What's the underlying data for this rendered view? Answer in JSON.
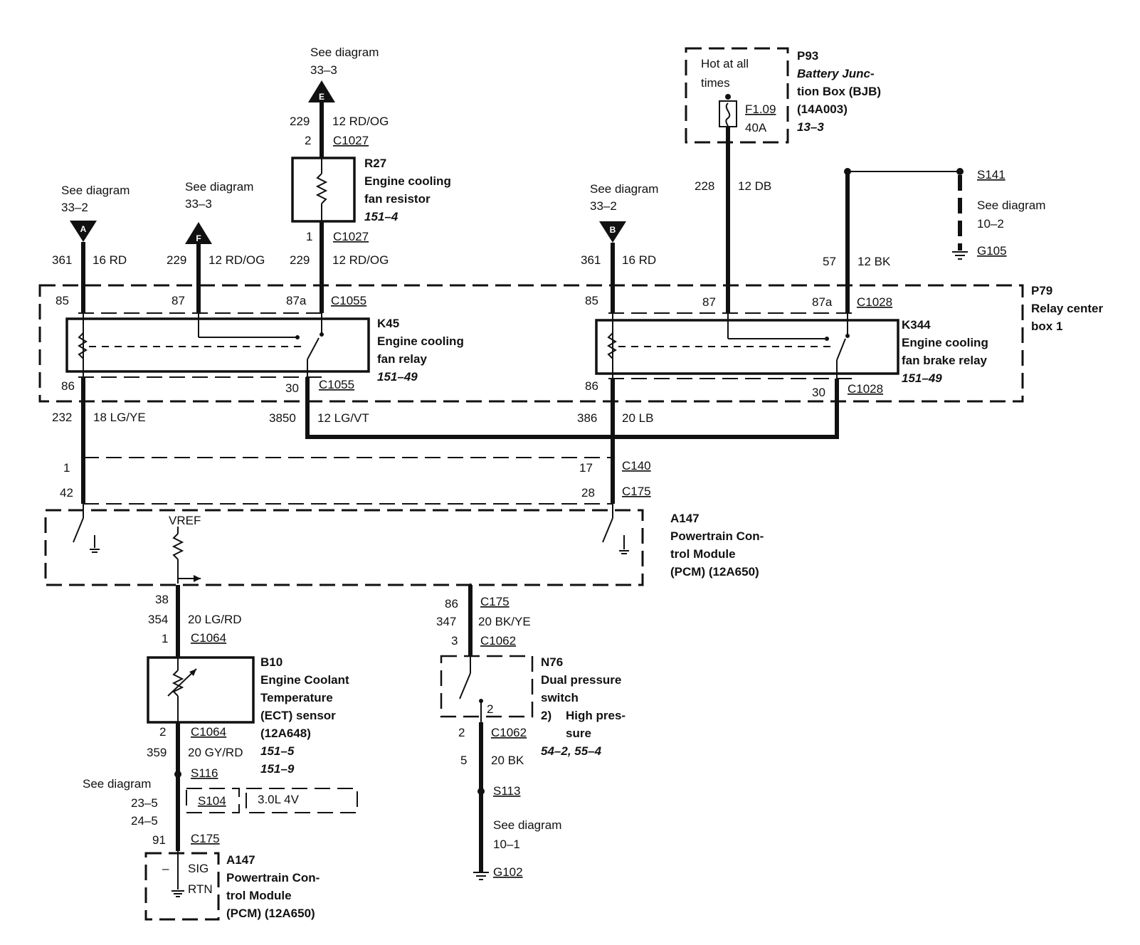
{
  "connectors_top": {
    "e": {
      "letter": "E",
      "see": "See diagram",
      "ref": "33–3"
    },
    "a": {
      "letter": "A",
      "see": "See diagram",
      "ref": "33–2"
    },
    "f": {
      "letter": "F",
      "see": "See diagram",
      "ref": "33–3"
    },
    "b": {
      "letter": "B",
      "see": "See diagram",
      "ref": "33–2"
    }
  },
  "r27": {
    "id": "R27",
    "name1": "Engine cooling",
    "name2": "fan resistor",
    "ref": "151–4",
    "wire_top_circuit": "229",
    "wire_top_spec": "12 RD/OG",
    "pin_top": "2",
    "conn_top": "C1027",
    "pin_bottom": "1",
    "conn_bottom": "C1027"
  },
  "p93": {
    "id": "P93",
    "name1": "Battery Junc-",
    "name2": "tion Box (BJB)",
    "part": "(14A003)",
    "ref": "13–3",
    "hot1": "Hot at all",
    "hot2": "times",
    "fuse": "F1.09",
    "amps": "40A"
  },
  "s141": {
    "splice": "S141",
    "see": "See diagram",
    "ref": "10–2",
    "ground": "G105"
  },
  "wires_above_relays": {
    "w1": {
      "circuit": "361",
      "spec": "16 RD"
    },
    "w2": {
      "circuit": "229",
      "spec": "12 RD/OG"
    },
    "w3": {
      "circuit": "229",
      "spec": "12 RD/OG"
    },
    "w4": {
      "circuit": "361",
      "spec": "16 RD"
    },
    "w5": {
      "circuit": "228",
      "spec": "12 DB"
    },
    "w6": {
      "circuit": "57",
      "spec": "12 BK"
    }
  },
  "p79": {
    "id": "P79",
    "name1": "Relay center",
    "name2": "box 1"
  },
  "k45": {
    "id": "K45",
    "name1": "Engine cooling",
    "name2": "fan relay",
    "ref": "151–49",
    "p85": "85",
    "p87": "87",
    "p87a": "87a",
    "p86": "86",
    "p30": "30",
    "conn_top": "C1055",
    "conn_bottom": "C1055"
  },
  "k344": {
    "id": "K344",
    "name1": "Engine cooling",
    "name2": "fan brake relay",
    "ref": "151–49",
    "p85": "85",
    "p87": "87",
    "p87a": "87a",
    "p86": "86",
    "p30": "30",
    "conn_top": "C1028",
    "conn_bottom": "C1028"
  },
  "wires_below_relays": {
    "w1": {
      "circuit": "232",
      "spec": "18 LG/YE"
    },
    "w2": {
      "circuit": "3850",
      "spec": "12 LG/VT"
    },
    "w3": {
      "circuit": "386",
      "spec": "20 LB"
    }
  },
  "c140": {
    "pin_left": "1",
    "pin_right": "17",
    "conn": "C140"
  },
  "c175_top": {
    "pin_left": "42",
    "pin_right": "28",
    "conn": "C175"
  },
  "pcm": {
    "id": "A147",
    "name1": "Powertrain Con-",
    "name2": "trol Module",
    "name3": "(PCM) (12A650)",
    "vref": "VREF"
  },
  "ect_branch": {
    "pin_pcm": "38",
    "circuit": "354",
    "spec": "20 LG/RD",
    "pin_top": "1",
    "conn_top": "C1064",
    "pin_bottom": "2",
    "conn_bottom": "C1064",
    "circuit2": "359",
    "spec2": "20 GY/RD",
    "splice": "S116",
    "splice_alt": "S104",
    "engine": "3.0L 4V",
    "see": "See diagram",
    "ref1": "23–5",
    "ref2": "24–5",
    "pin_c175": "91",
    "conn_c175": "C175"
  },
  "b10": {
    "id": "B10",
    "name1": "Engine Coolant",
    "name2": "Temperature",
    "name3": "(ECT) sensor",
    "part": "(12A648)",
    "ref1": "151–5",
    "ref2": "151–9"
  },
  "pcm2": {
    "id": "A147",
    "name1": "Powertrain Con-",
    "name2": "trol Module",
    "name3": "(PCM) (12A650)",
    "dash": "–",
    "sig": "SIG",
    "rtn": "RTN"
  },
  "n76_branch": {
    "pin_pcm": "86",
    "conn_pcm": "C175",
    "circuit": "347",
    "spec": "20 BK/YE",
    "pin_top": "3",
    "conn_top": "C1062",
    "pin_inner": "2",
    "pin_bottom": "2",
    "conn_bottom": "C1062",
    "circuit2": "5",
    "spec2": "20 BK",
    "splice": "S113",
    "see": "See diagram",
    "ref": "10–1",
    "ground": "G102"
  },
  "n76": {
    "id": "N76",
    "name1": "Dual pressure",
    "name2": "switch",
    "note1": "2)",
    "note2": "High pres-",
    "note3": "sure",
    "ref": "54–2, 55–4"
  }
}
